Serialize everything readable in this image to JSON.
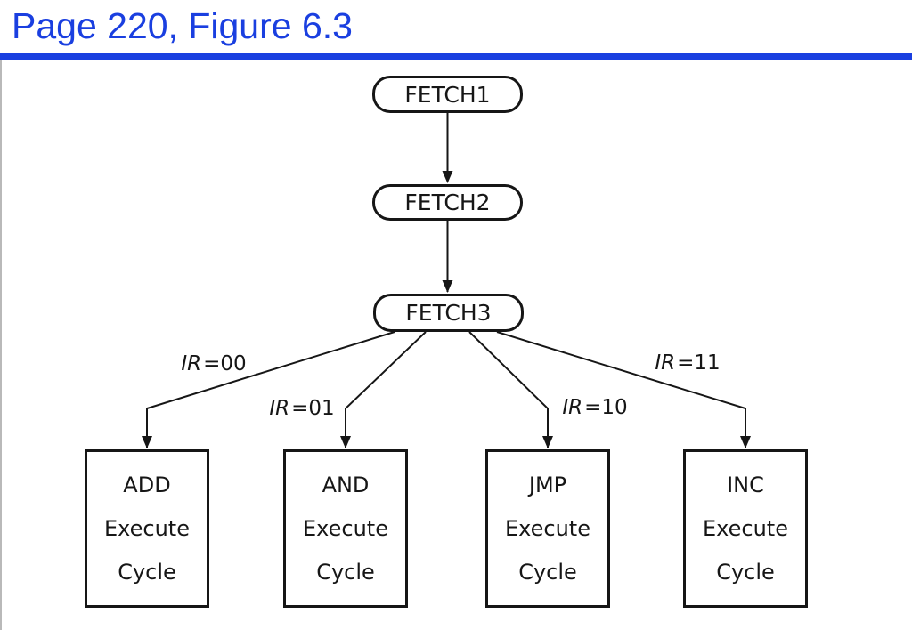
{
  "page": {
    "title": "Page 220, Figure 6.3"
  },
  "colors": {
    "accent_blue": "#1a3fe0",
    "line_black": "#161616",
    "background": "#ffffff"
  },
  "diagram": {
    "type": "state-transition-diagram",
    "fetch_nodes": [
      {
        "label": "FETCH1"
      },
      {
        "label": "FETCH2"
      },
      {
        "label": "FETCH3"
      }
    ],
    "branches": [
      {
        "condition_var": "IR",
        "condition_value": "=00",
        "box_line1": "ADD",
        "box_line2": "Execute",
        "box_line3": "Cycle"
      },
      {
        "condition_var": "IR",
        "condition_value": "=01",
        "box_line1": "AND",
        "box_line2": "Execute",
        "box_line3": "Cycle"
      },
      {
        "condition_var": "IR",
        "condition_value": "=10",
        "box_line1": "JMP",
        "box_line2": "Execute",
        "box_line3": "Cycle"
      },
      {
        "condition_var": "IR",
        "condition_value": "=11",
        "box_line1": "INC",
        "box_line2": "Execute",
        "box_line3": "Cycle"
      }
    ],
    "edges": [
      {
        "from": "FETCH1",
        "to": "FETCH2",
        "condition": ""
      },
      {
        "from": "FETCH2",
        "to": "FETCH3",
        "condition": ""
      },
      {
        "from": "FETCH3",
        "to": "ADD Execute Cycle",
        "condition": "IR=00"
      },
      {
        "from": "FETCH3",
        "to": "AND Execute Cycle",
        "condition": "IR=01"
      },
      {
        "from": "FETCH3",
        "to": "JMP Execute Cycle",
        "condition": "IR=10"
      },
      {
        "from": "FETCH3",
        "to": "INC Execute Cycle",
        "condition": "IR=11"
      }
    ]
  }
}
